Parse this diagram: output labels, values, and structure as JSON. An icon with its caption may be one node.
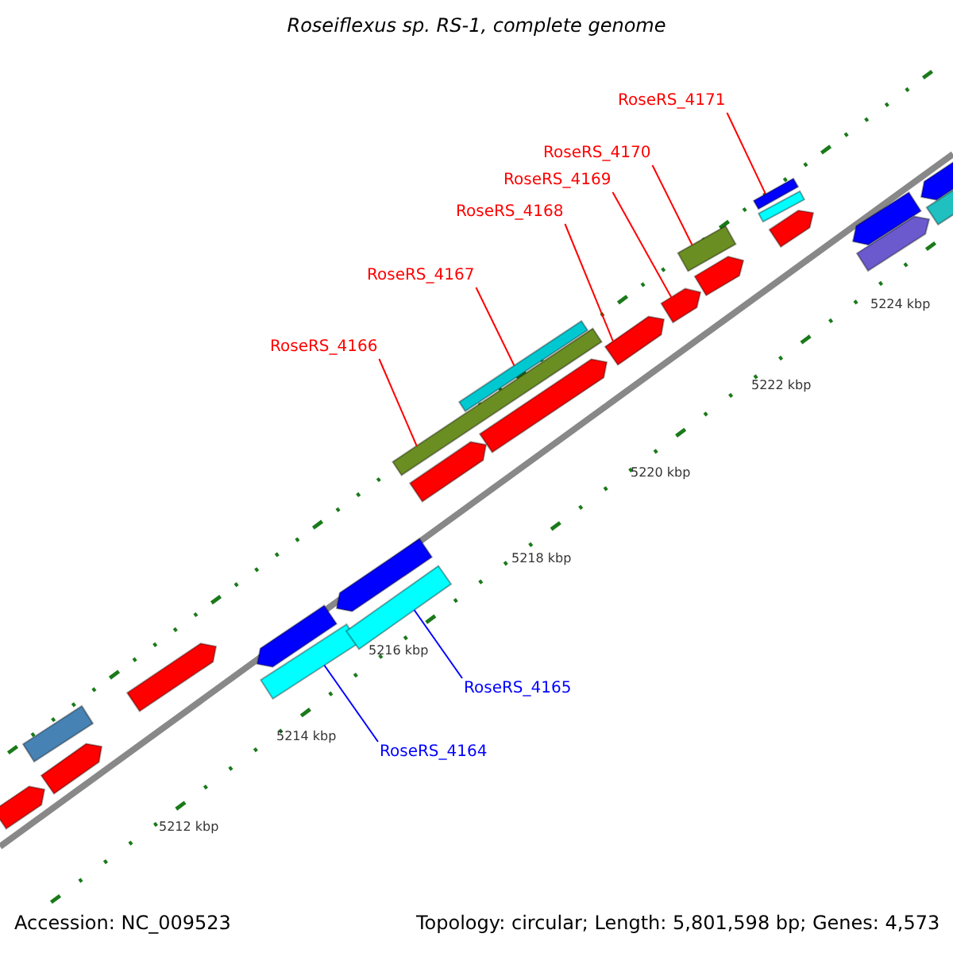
{
  "diagram": {
    "title": "Roseiflexus sp. RS-1, complete genome",
    "nodes": [
      {
        "text": [
          "RoseRS_4171"
        ]
      },
      {
        "text": [
          "RoseRS_4170"
        ]
      },
      {
        "text": [
          "RoseRS_4169"
        ]
      },
      {
        "text": [
          "RoseRS_4168"
        ]
      },
      {
        "text": [
          "RoseRS_4167"
        ]
      },
      {
        "text": [
          "RoseRS_4166"
        ]
      },
      {
        "text": [
          "RoseRS_4165"
        ]
      },
      {
        "text": [
          "RoseRS_4164"
        ]
      },
      {
        "text": [],
        "shape": "bar"
      },
      {
        "text": [],
        "shape": "bar"
      },
      {
        "text": [],
        "shape": "bar"
      },
      {
        "text": [],
        "shape": "bar"
      },
      {
        "text": [],
        "shape": "bar"
      },
      {
        "text": [],
        "shape": "bar"
      },
      {
        "text": [],
        "shape": "bar"
      },
      {
        "text": [],
        "shape": "bar"
      },
      {
        "text": [],
        "shape": "bar"
      },
      {
        "text": [],
        "shape": "bar"
      },
      {
        "text": [],
        "shape": "bar"
      },
      {
        "text": [],
        "shape": "bar"
      },
      {
        "text": [],
        "shape": "bar"
      },
      {
        "text": [],
        "shape": "bar"
      },
      {
        "text": [],
        "shape": "bar"
      },
      {
        "text": [],
        "shape": "bar"
      },
      {
        "text": [],
        "shape": "bar"
      },
      {
        "text": [],
        "shape": "bar"
      },
      {
        "text": [],
        "shape": "bar"
      },
      {
        "text": [],
        "shape": "bar"
      },
      {
        "text": [],
        "shape": "bar"
      },
      {
        "text": [],
        "shape": "bar"
      },
      {
        "text": [],
        "shape": "bar"
      }
    ],
    "edges": [
      {
        "from": 0,
        "to": 24,
        "arrow": "none"
      },
      {
        "from": 1,
        "to": 22,
        "arrow": "none"
      },
      {
        "from": 2,
        "to": 21,
        "arrow": "none"
      },
      {
        "from": 3,
        "to": 20,
        "arrow": "none"
      },
      {
        "from": 4,
        "to": 18,
        "arrow": "none"
      },
      {
        "from": 5,
        "to": 16,
        "arrow": "none"
      },
      {
        "from": 6,
        "to": 15,
        "arrow": "none",
        "color": "#0000ff"
      },
      {
        "from": 7,
        "to": 13,
        "arrow": "none",
        "color": "#0000ff"
      }
    ],
    "labels": [
      "5224 kbp",
      "5222 kbp",
      "5220 kbp",
      "5218 kbp",
      "5216 kbp",
      "5214 kbp",
      "5212 kbp",
      "Accession: NC_009523",
      "Topology: circular; Length: 5,801,598 bp; Genes: 4,573"
    ]
  }
}
